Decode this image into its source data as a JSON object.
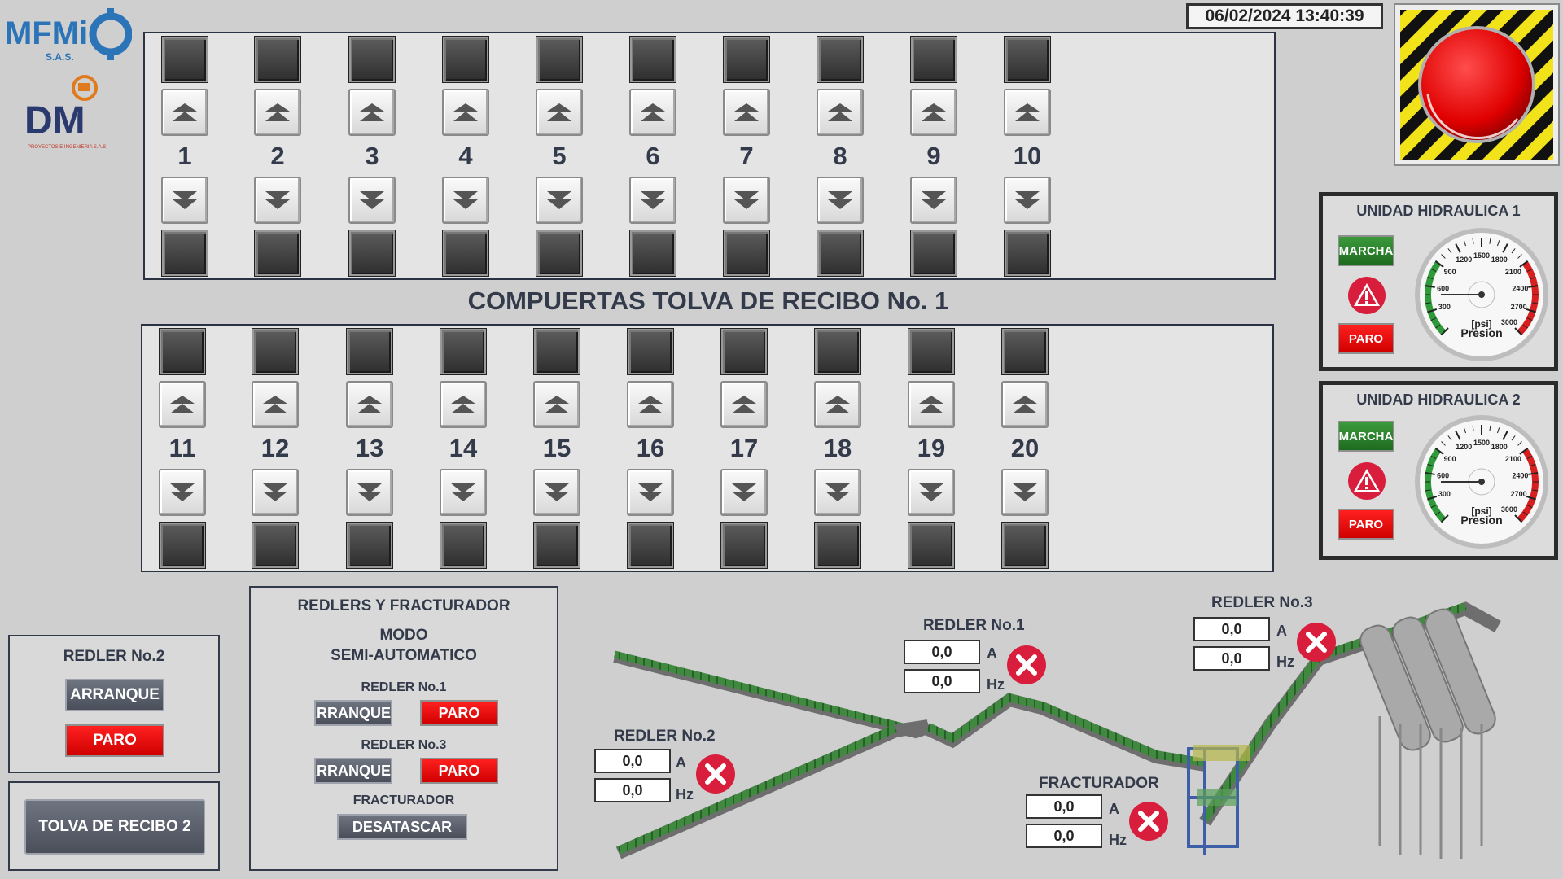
{
  "header": {
    "datetime": "06/02/2024 13:40:39",
    "logo_mfmi_text": "MFMi",
    "logo_mfmi_sub": "S.A.S.",
    "logo_dm_text": "DM",
    "logo_dm_sub": "PROYECTOS E INGENIERIA S.A.S"
  },
  "gates": {
    "title": "COMPUERTAS TOLVA DE RECIBO No. 1",
    "top_numbers": [
      "1",
      "2",
      "3",
      "4",
      "5",
      "6",
      "7",
      "8",
      "9",
      "10"
    ],
    "bottom_numbers": [
      "11",
      "12",
      "13",
      "14",
      "15",
      "16",
      "17",
      "18",
      "19",
      "20"
    ]
  },
  "hydraulics": [
    {
      "title": "UNIDAD HIDRAULICA 1",
      "run_label": "MARCHA",
      "stop_label": "PARO",
      "gauge_unit": "[psi]",
      "gauge_label": "Presion",
      "gauge_value_psi": 500
    },
    {
      "title": "UNIDAD HIDRAULICA 2",
      "run_label": "MARCHA",
      "stop_label": "PARO",
      "gauge_unit": "[psi]",
      "gauge_label": "Presion",
      "gauge_value_psi": 500
    }
  ],
  "gauge_ticks": [
    "300",
    "600",
    "900",
    "1200",
    "1500",
    "1800",
    "2100",
    "2400",
    "2700",
    "3000"
  ],
  "redler2_panel": {
    "title": "REDLER No.2",
    "start_label": "ARRANQUE",
    "stop_label": "PARO"
  },
  "tolva_button": "TOLVA DE RECIBO 2",
  "mode_panel": {
    "title": "REDLERS Y FRACTURADOR",
    "mode_line1": "MODO",
    "mode_line2": "SEMI-AUTOMATICO",
    "redler1_label": "REDLER No.1",
    "redler3_label": "REDLER No.3",
    "start_label": "ARRANQUE",
    "stop_label": "PARO",
    "fract_label": "FRACTURADOR",
    "unjam_label": "DESATASCAR"
  },
  "plant": {
    "redler1": {
      "title": "REDLER No.1",
      "amps": "0,0",
      "hz": "0,0"
    },
    "redler2": {
      "title": "REDLER No.2",
      "amps": "0,0",
      "hz": "0,0"
    },
    "redler3": {
      "title": "REDLER No.3",
      "amps": "0,0",
      "hz": "0,0"
    },
    "fracturador": {
      "title": "FRACTURADOR",
      "amps": "0,0",
      "hz": "0,0"
    },
    "unit_a": "A",
    "unit_hz": "Hz"
  },
  "colors": {
    "accent": "#333a4a",
    "run": "#2a8a2a",
    "stop": "#ff1010",
    "fault": "#d81e3c",
    "conveyor": "#3f8a3f"
  }
}
